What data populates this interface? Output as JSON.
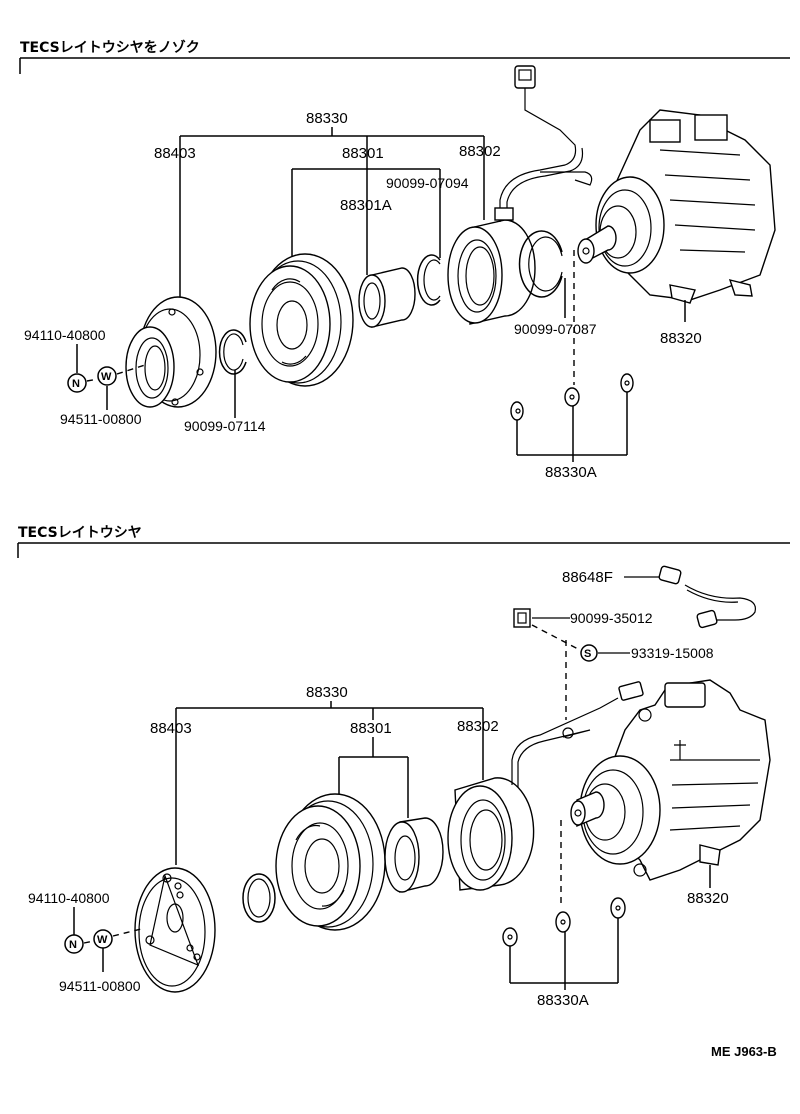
{
  "sections": [
    {
      "title": "TECSレイトウシヤをノゾク",
      "labels": {
        "assembly": "88330",
        "hub": "88403",
        "pulley": "88301",
        "coil": "88302",
        "snap_ring_b": "90099-07094",
        "bearing": "88301A",
        "nut": "94110-40800",
        "washer": "94511-00800",
        "snap_ring_a": "90099-07114",
        "snap_ring_c": "90099-07087",
        "compressor": "88320",
        "shims": "88330A"
      },
      "symbols": {
        "nut": "N",
        "washer": "W"
      }
    },
    {
      "title": "TECSレイトウシヤ",
      "labels": {
        "assembly": "88330",
        "hub": "88403",
        "pulley": "88301",
        "coil": "88302",
        "harness": "88648F",
        "clamp": "90099-35012",
        "screw": "93319-15008",
        "nut": "94110-40800",
        "washer": "94511-00800",
        "compressor": "88320",
        "shims": "88330A"
      },
      "symbols": {
        "nut": "N",
        "washer": "W",
        "screw": "S"
      }
    }
  ],
  "footer": {
    "code": "ME J963-B"
  }
}
